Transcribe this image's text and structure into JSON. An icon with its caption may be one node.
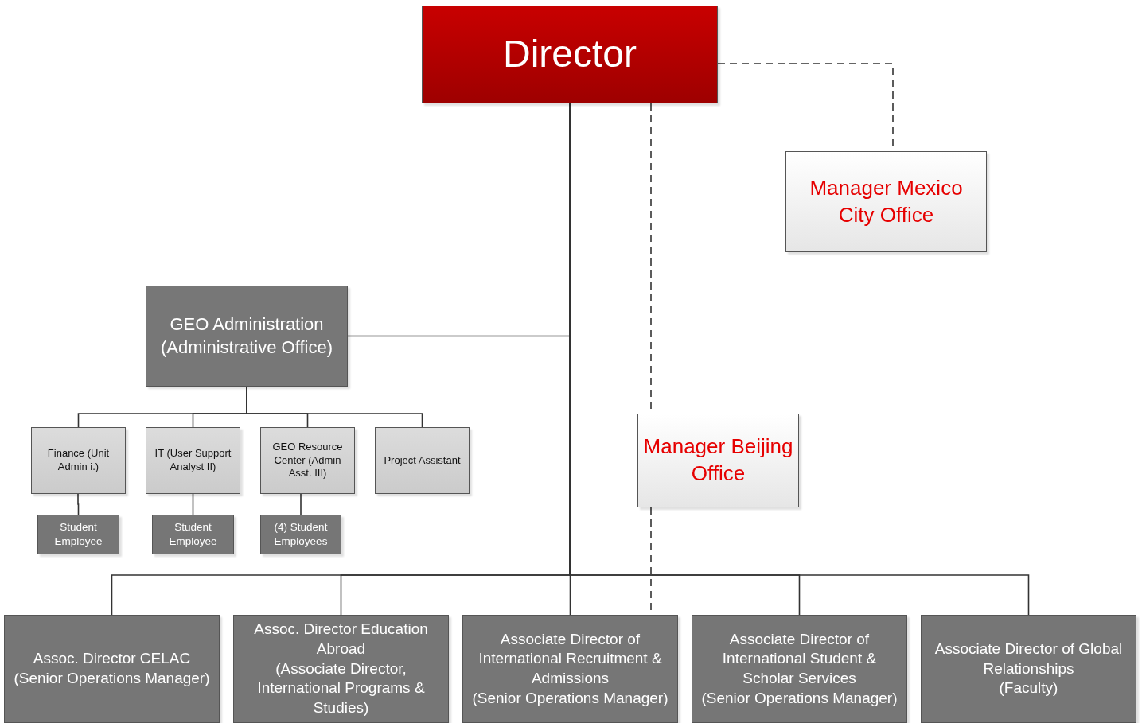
{
  "diagram": {
    "nodes": [
      {
        "text": [
          "Director"
        ]
      },
      {
        "text": [
          "Manager Mexico City Office"
        ]
      },
      {
        "text": [
          "GEO Administration (Administrative Office)"
        ]
      },
      {
        "text": [
          "Finance (Unit Admin i.)"
        ]
      },
      {
        "text": [
          "IT (User Support Analyst II)"
        ]
      },
      {
        "text": [
          "GEO Resource Center (Admin Asst. III)"
        ]
      },
      {
        "text": [
          "Project Assistant"
        ]
      },
      {
        "text": [
          "Student Employee"
        ]
      },
      {
        "text": [
          "Student Employee"
        ]
      },
      {
        "text": [
          "(4) Student Employees"
        ]
      },
      {
        "text": [
          "Manager Beijing Office"
        ]
      },
      {
        "text": [
          "Assoc. Director CELAC",
          "(Senior Operations Manager)"
        ]
      },
      {
        "text": [
          "Assoc. Director Education Abroad",
          "(Associate Director, International Programs & Studies)"
        ]
      },
      {
        "text": [
          "Associate Director of International Recruitment & Admissions",
          "(Senior Operations Manager)"
        ]
      },
      {
        "text": [
          "Associate Director of International Student & Scholar Services",
          "(Senior Operations Manager)"
        ]
      },
      {
        "text": [
          "Associate Director of Global Relationships",
          "(Faculty)"
        ]
      }
    ],
    "edges": [
      {
        "from": 0,
        "to": 1,
        "arrow": "none",
        "style": "dashed"
      },
      {
        "from": 0,
        "to": 2,
        "arrow": "none"
      },
      {
        "from": 0,
        "to": 10,
        "arrow": "none",
        "style": "dashed"
      },
      {
        "from": 2,
        "to": 3,
        "arrow": "none"
      },
      {
        "from": 2,
        "to": 4,
        "arrow": "none"
      },
      {
        "from": 2,
        "to": 5,
        "arrow": "none"
      },
      {
        "from": 2,
        "to": 6,
        "arrow": "none"
      },
      {
        "from": 3,
        "to": 7,
        "arrow": "none"
      },
      {
        "from": 4,
        "to": 8,
        "arrow": "none"
      },
      {
        "from": 5,
        "to": 9,
        "arrow": "none"
      },
      {
        "from": 0,
        "to": 11,
        "arrow": "none"
      },
      {
        "from": 0,
        "to": 12,
        "arrow": "none"
      },
      {
        "from": 0,
        "to": 13,
        "arrow": "none"
      },
      {
        "from": 0,
        "to": 14,
        "arrow": "none"
      },
      {
        "from": 0,
        "to": 15,
        "arrow": "none"
      },
      {
        "from": 10,
        "to": 13,
        "arrow": "none",
        "style": "dashed"
      }
    ]
  }
}
